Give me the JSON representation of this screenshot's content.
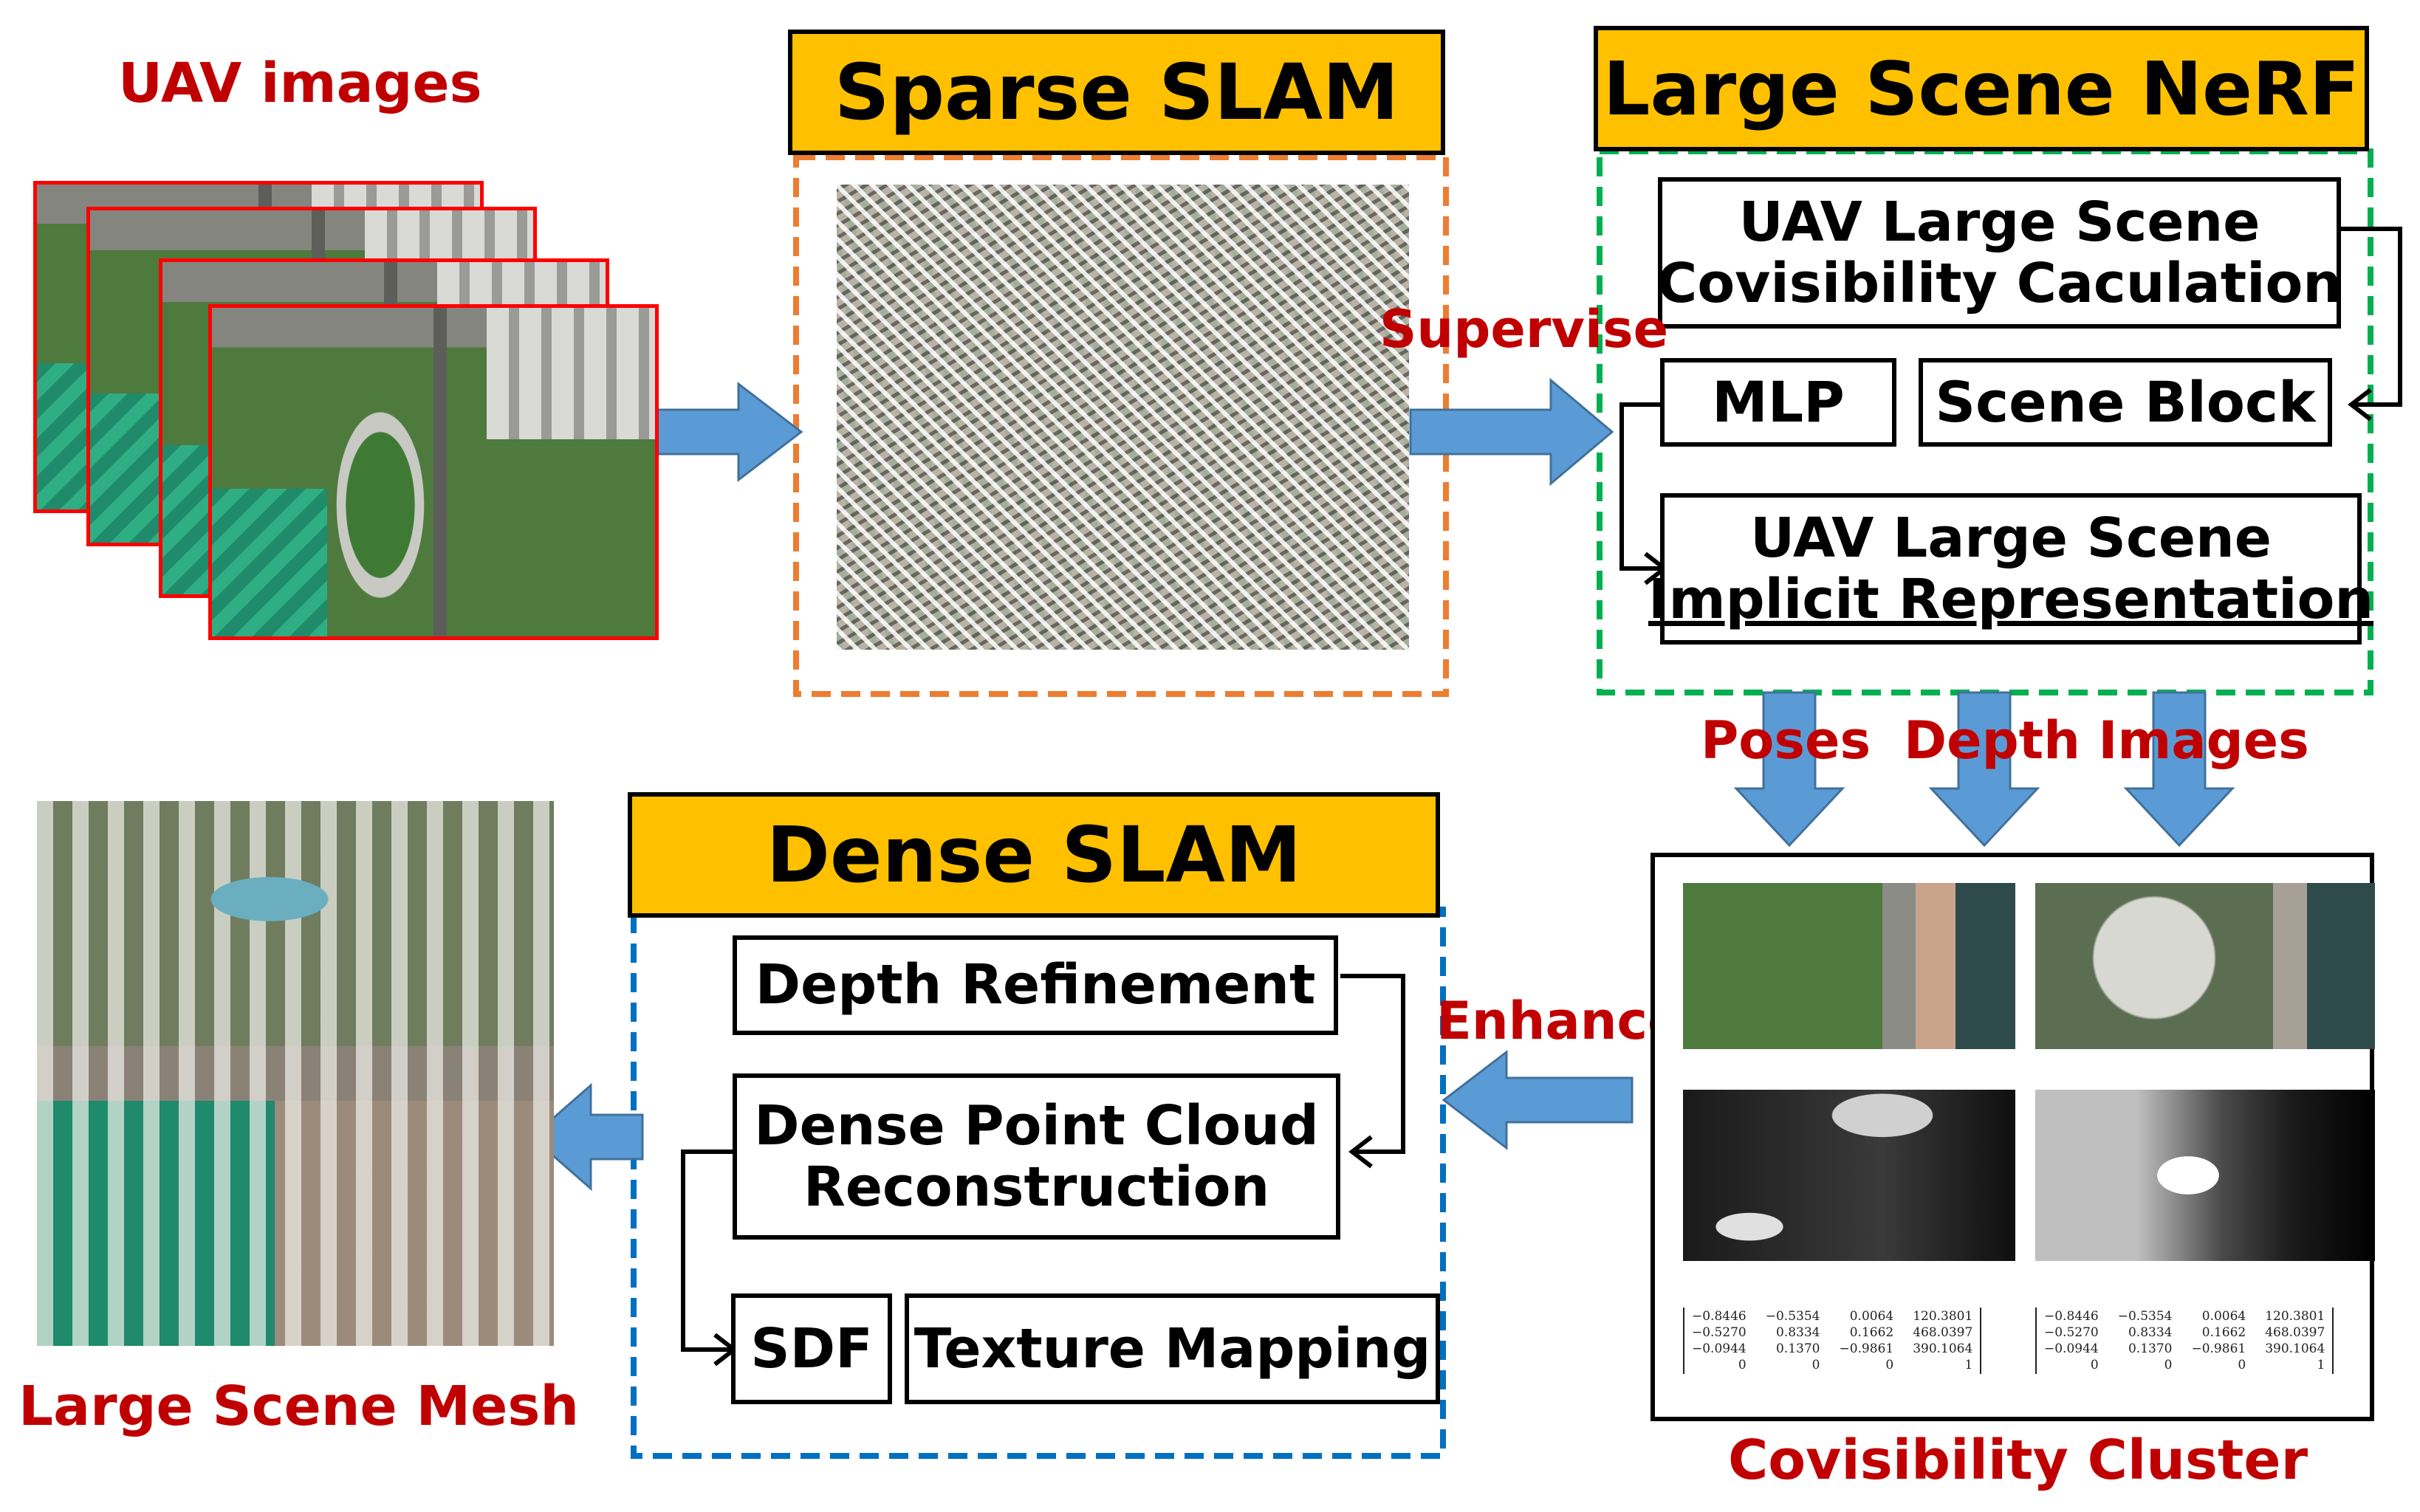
{
  "inputs": {
    "uav_images_label": "UAV images"
  },
  "sparse_slam": {
    "title": "Sparse SLAM",
    "border_color": "#ED7D31"
  },
  "large_scene_nerf": {
    "title": "Large Scene NeRF",
    "border_color": "#00B050",
    "covisibility_box": [
      "UAV Large Scene",
      "Covisibility Caculation"
    ],
    "mlp_box": "MLP",
    "scene_block_box": "Scene Block",
    "implicit_box": [
      "UAV Large Scene",
      "Implicit Representation"
    ]
  },
  "edge_labels": {
    "supervise": "Supervise",
    "poses": "Poses",
    "depth_images": "Depth Images",
    "enhance": "Enhance"
  },
  "dense_slam": {
    "title": "Dense SLAM",
    "border_color": "#0070C0",
    "depth_refinement": "Depth Refinement",
    "dense_point_cloud": [
      "Dense Point Cloud",
      "Reconstruction"
    ],
    "sdf": "SDF",
    "texture_mapping": "Texture Mapping"
  },
  "covisibility_cluster": {
    "label": "Covisibility Cluster",
    "matrices": [
      [
        [
          "−0.8446",
          "−0.5354",
          "0.0064",
          "120.3801"
        ],
        [
          "−0.5270",
          "0.8334",
          "0.1662",
          "468.0397"
        ],
        [
          "−0.0944",
          "0.1370",
          "−0.9861",
          "390.1064"
        ],
        [
          "0",
          "0",
          "0",
          "1"
        ]
      ],
      [
        [
          "−0.8446",
          "−0.5354",
          "0.0064",
          "120.3801"
        ],
        [
          "−0.5270",
          "0.8334",
          "0.1662",
          "468.0397"
        ],
        [
          "−0.0944",
          "0.1370",
          "−0.9861",
          "390.1064"
        ],
        [
          "0",
          "0",
          "0",
          "1"
        ]
      ]
    ]
  },
  "output": {
    "mesh_label": "Large Scene Mesh"
  },
  "colors": {
    "header_fill": "#FFC000",
    "label_red": "#C00000",
    "arrow_blue": "#5B9BD5",
    "photo_border": "#FF0000"
  }
}
